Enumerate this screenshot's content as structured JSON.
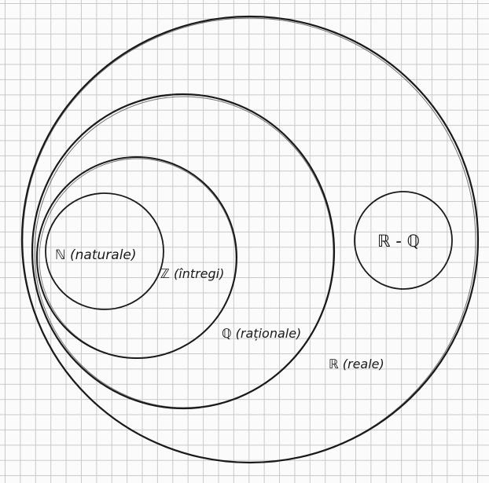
{
  "diagram": {
    "labels": {
      "naturals": "ℕ (naturale)",
      "integers": "ℤ (întregi)",
      "rationals": "ℚ (raționale)",
      "reals": "ℝ (reale)",
      "irrationals": "ℝ - ℚ"
    },
    "ink_color": "#1a1a1a",
    "grid_color": "#c9c9c9"
  }
}
